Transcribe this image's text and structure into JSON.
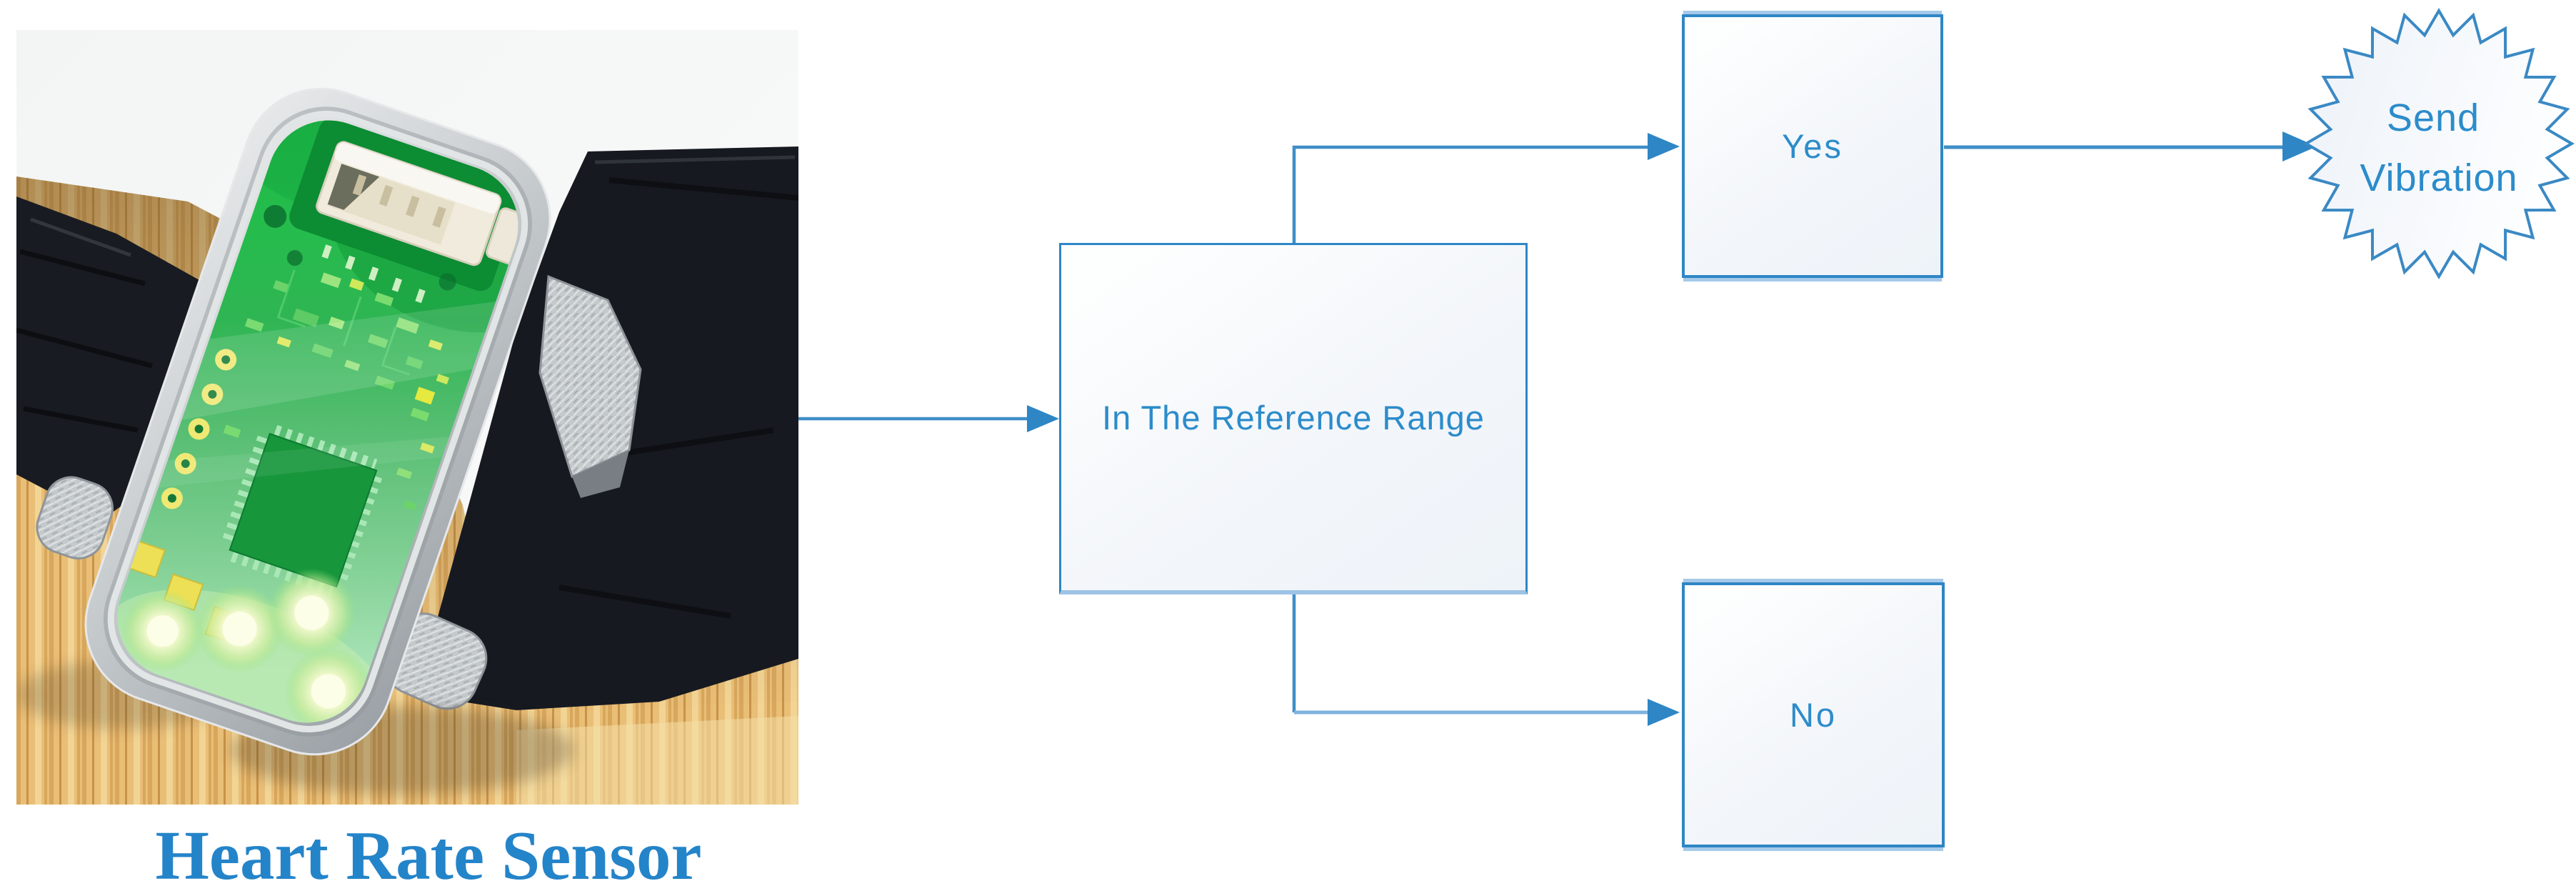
{
  "figure": {
    "caption": "Heart Rate Sensor"
  },
  "flowchart": {
    "decision": {
      "label": "In The Reference Range"
    },
    "yes": {
      "label": "Yes"
    },
    "no": {
      "label": "No"
    },
    "action": {
      "label": "Send Vibration",
      "line1": "Send",
      "line2": "Vibration"
    },
    "edges": [
      {
        "from": "Heart Rate Sensor",
        "to": "In The Reference Range"
      },
      {
        "from": "In The Reference Range",
        "to": "Yes"
      },
      {
        "from": "In The Reference Range",
        "to": "No"
      },
      {
        "from": "Yes",
        "to": "Send Vibration"
      }
    ],
    "colors": {
      "connector": "#3E8EC7",
      "connector_light": "#7FB3DE",
      "arrowhead": "#2E86C5",
      "node_border": "#2E86C5",
      "node_border_light": "#9DC3E6",
      "node_fill": "#F3F6FA",
      "node_text": "#2C8CCB",
      "caption_text": "#2484C9"
    }
  }
}
